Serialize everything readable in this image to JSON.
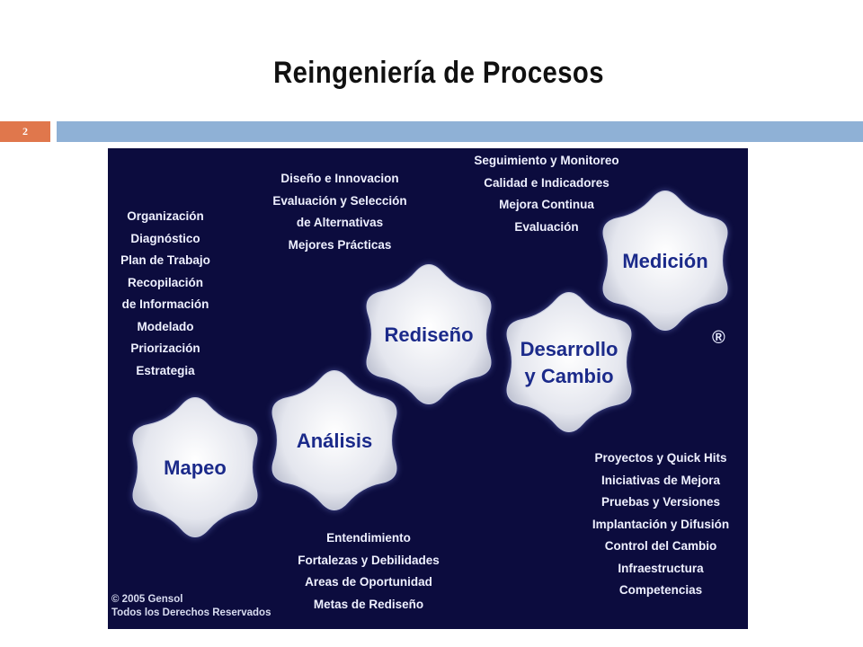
{
  "slide": {
    "title": "Reingeniería de Procesos",
    "number": "2"
  },
  "diagram": {
    "stages": [
      {
        "label": "Mapeo"
      },
      {
        "label": "Análisis"
      },
      {
        "label": "Rediseño"
      },
      {
        "label": "Desarrollo y Cambio",
        "lines": [
          "Desarrollo",
          "y Cambio"
        ]
      },
      {
        "label": "Medición"
      }
    ],
    "mapeo_items": [
      "Organización",
      "Diagnóstico",
      "Plan de Trabajo",
      "Recopilación",
      "de Información",
      "Modelado",
      "Priorización",
      "Estrategia"
    ],
    "analisis_items": [
      "Entendimiento",
      "Fortalezas y Debilidades",
      "Areas de Oportunidad",
      "Metas de Rediseño"
    ],
    "rediseno_items": [
      "Diseño e Innovacion",
      "Evaluación y Selección",
      "de Alternativas",
      "Mejores Prácticas"
    ],
    "desarrollo_items": [
      "Proyectos y Quick Hits",
      "Iniciativas de Mejora",
      "Pruebas y Versiones",
      "Implantación y Difusión",
      "Control del Cambio",
      "Infraestructura",
      "Competencias"
    ],
    "medicion_items": [
      "Seguimiento y Monitoreo",
      "Calidad e Indicadores",
      "Mejora Continua",
      "Evaluación"
    ],
    "registered_mark": "®",
    "copyright": [
      "© 2005 Gensol",
      "Todos los Derechos Reservados"
    ]
  },
  "colors": {
    "background": "#0c0c3e",
    "accent_band": "#8fb1d6",
    "slide_number_bg": "#e0774c",
    "star_fill": "#e4e6ee",
    "label_text": "#1b2a8a"
  }
}
